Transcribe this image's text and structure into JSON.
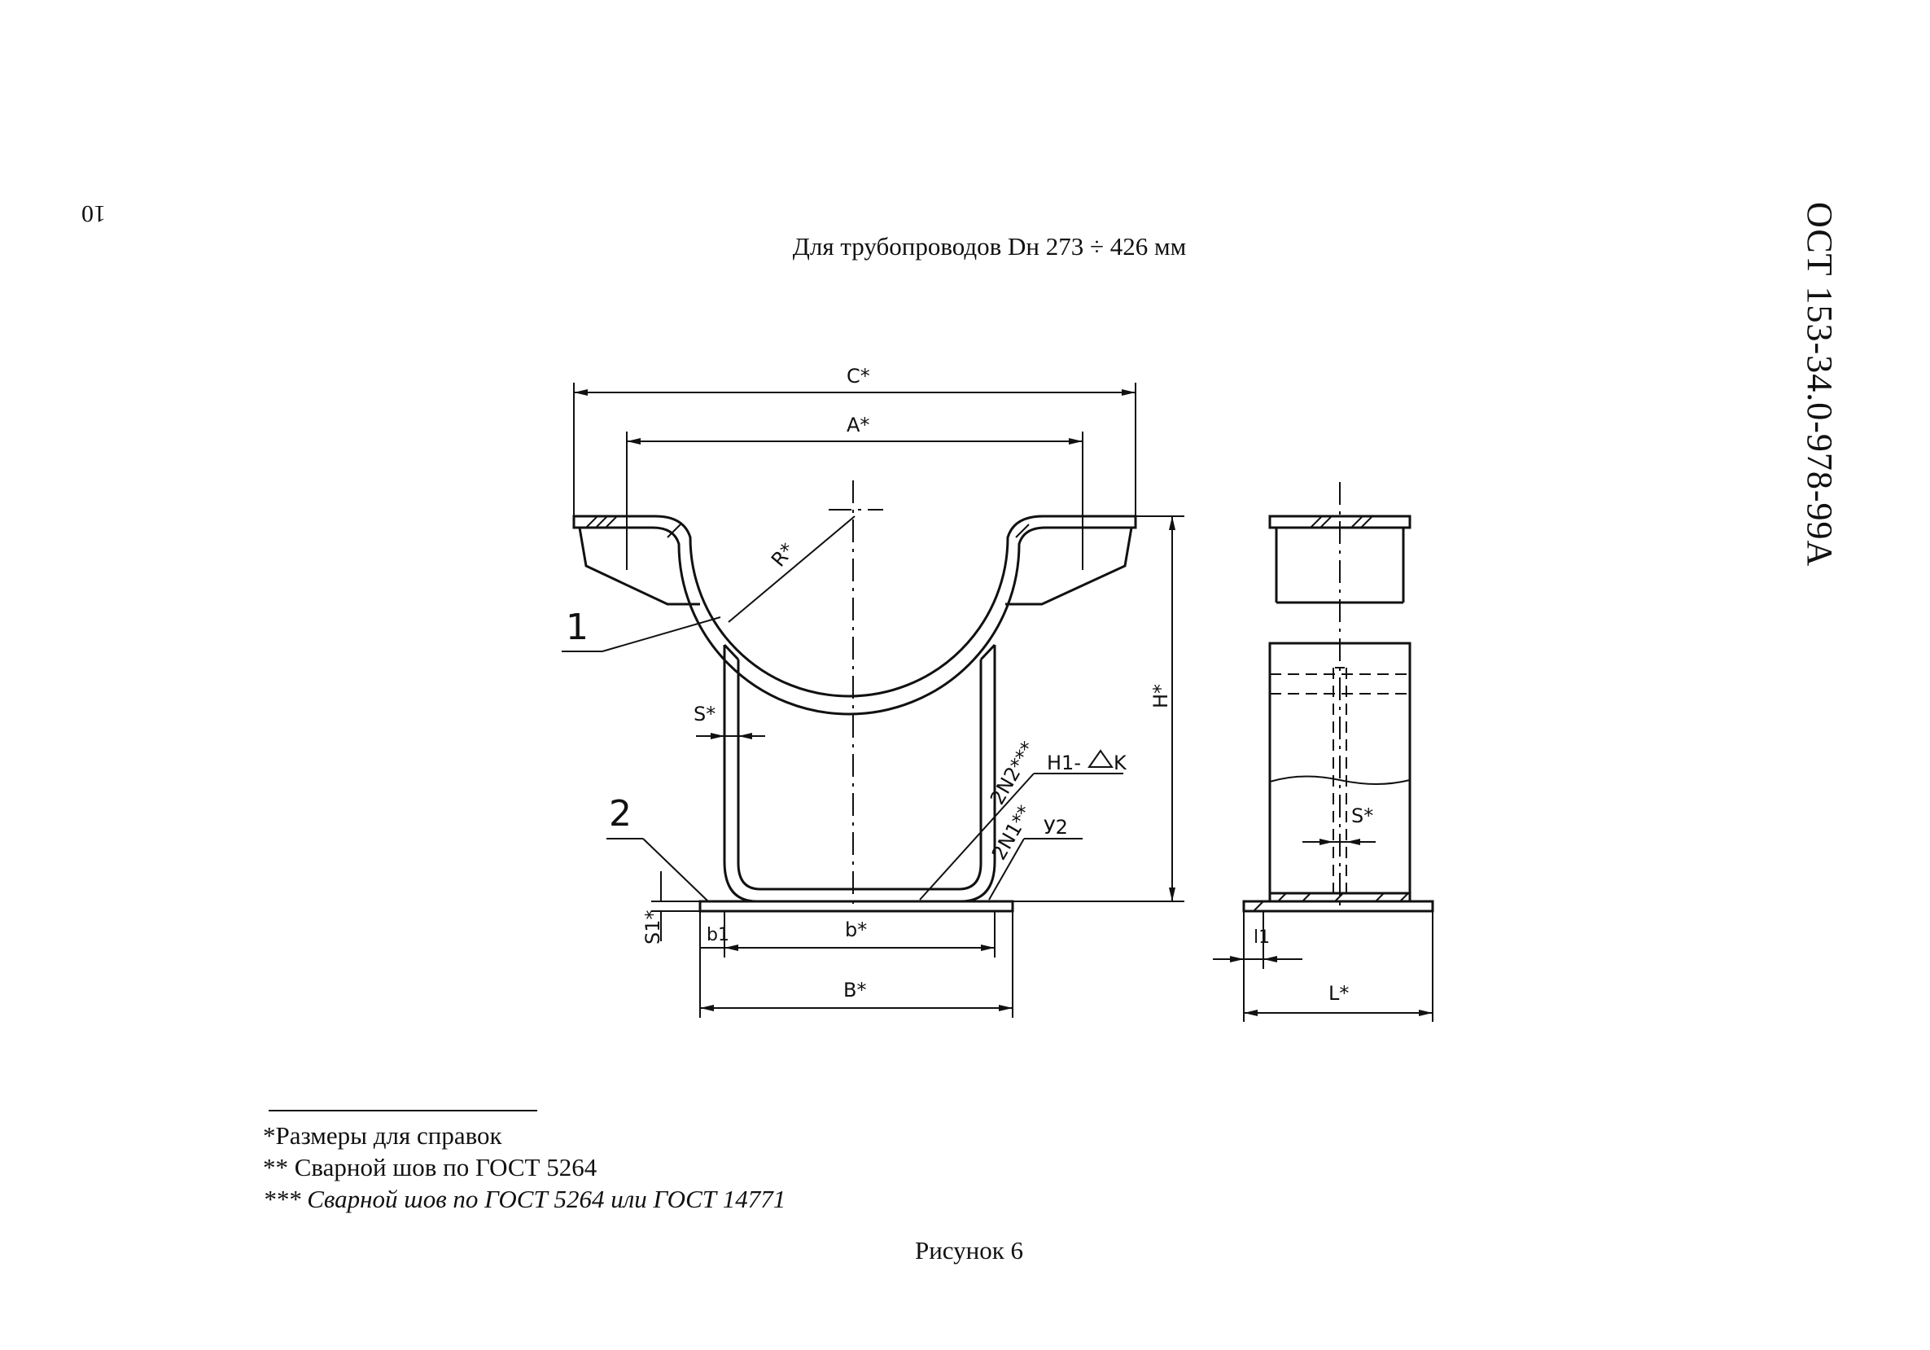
{
  "header": {
    "page_number": "10",
    "document_code": "ОСТ 153-34.0-978-99А",
    "title": "Для трубопроводов Dн 273 ÷ 426 мм"
  },
  "drawing": {
    "dimensions": {
      "c": "C*",
      "a": "A*",
      "r": "R*",
      "h": "H*",
      "s": "S*",
      "s1": "S1*",
      "b1": "b1",
      "b": "b*",
      "b_big": "B*",
      "l1": "l1",
      "l": "L*",
      "s_side": "S*"
    },
    "welds": {
      "weld_2n2": "2N2***",
      "weld_h1": "H1- ",
      "weld_k": "K",
      "weld_2n1": "2N1**",
      "weld_y2": "У2"
    },
    "callouts": {
      "part_1": "1",
      "part_2": "2"
    }
  },
  "footnotes": [
    "*Размеры для справок",
    "** Сварной шов по ГОСТ 5264",
    "*** Сварной шов по ГОСТ 5264 или ГОСТ 14771"
  ],
  "figure_caption": "Рисунок 6"
}
